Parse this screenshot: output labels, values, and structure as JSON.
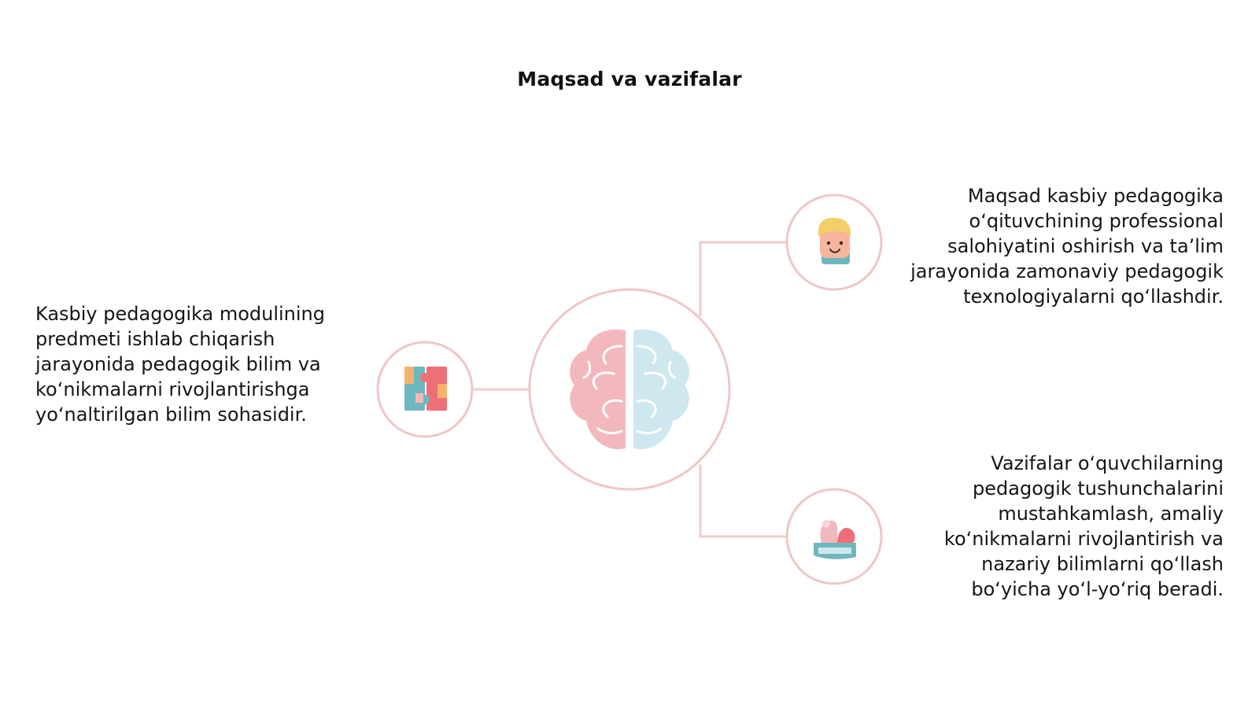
{
  "slide": {
    "title": "Maqsad va vazifalar"
  },
  "nodes": {
    "center": {
      "icon": "brain-icon"
    },
    "left": {
      "icon": "puzzle-icon",
      "text": "Kasbiy pedagogika modulining predmeti ishlab chiqarish jarayonida pedagogik bilim va ko‘nikmalarni rivojlantirishga yo‘naltirilgan bilim sohasidir."
    },
    "top_right": {
      "icon": "teacher-face-icon",
      "text": "Maqsad kasbiy pedagogika o‘qituvchining professional salohiyatini oshirish va ta’lim jarayonida zamonaviy pedagogik texnologiyalarni qo‘llashdir."
    },
    "bottom_right": {
      "icon": "hand-guidance-icon",
      "text": "Vazifalar o‘quvchilarning pedagogik tushunchalarini mustahkamlash, amaliy ko‘nikmalarni rivojlantirish va nazariy bilimlarni qo‘llash bo‘yicha yo‘l-yo‘riq beradi."
    }
  },
  "colors": {
    "connector": "#f1cccc",
    "ring": "#f0c6c6",
    "brain_left": "#f2b8bd",
    "brain_right": "#cfe7ee",
    "teal": "#6fb7bf",
    "coral": "#ee6f78",
    "orange": "#f6b26b",
    "hair": "#f2cf68",
    "skin": "#f7b59d"
  }
}
